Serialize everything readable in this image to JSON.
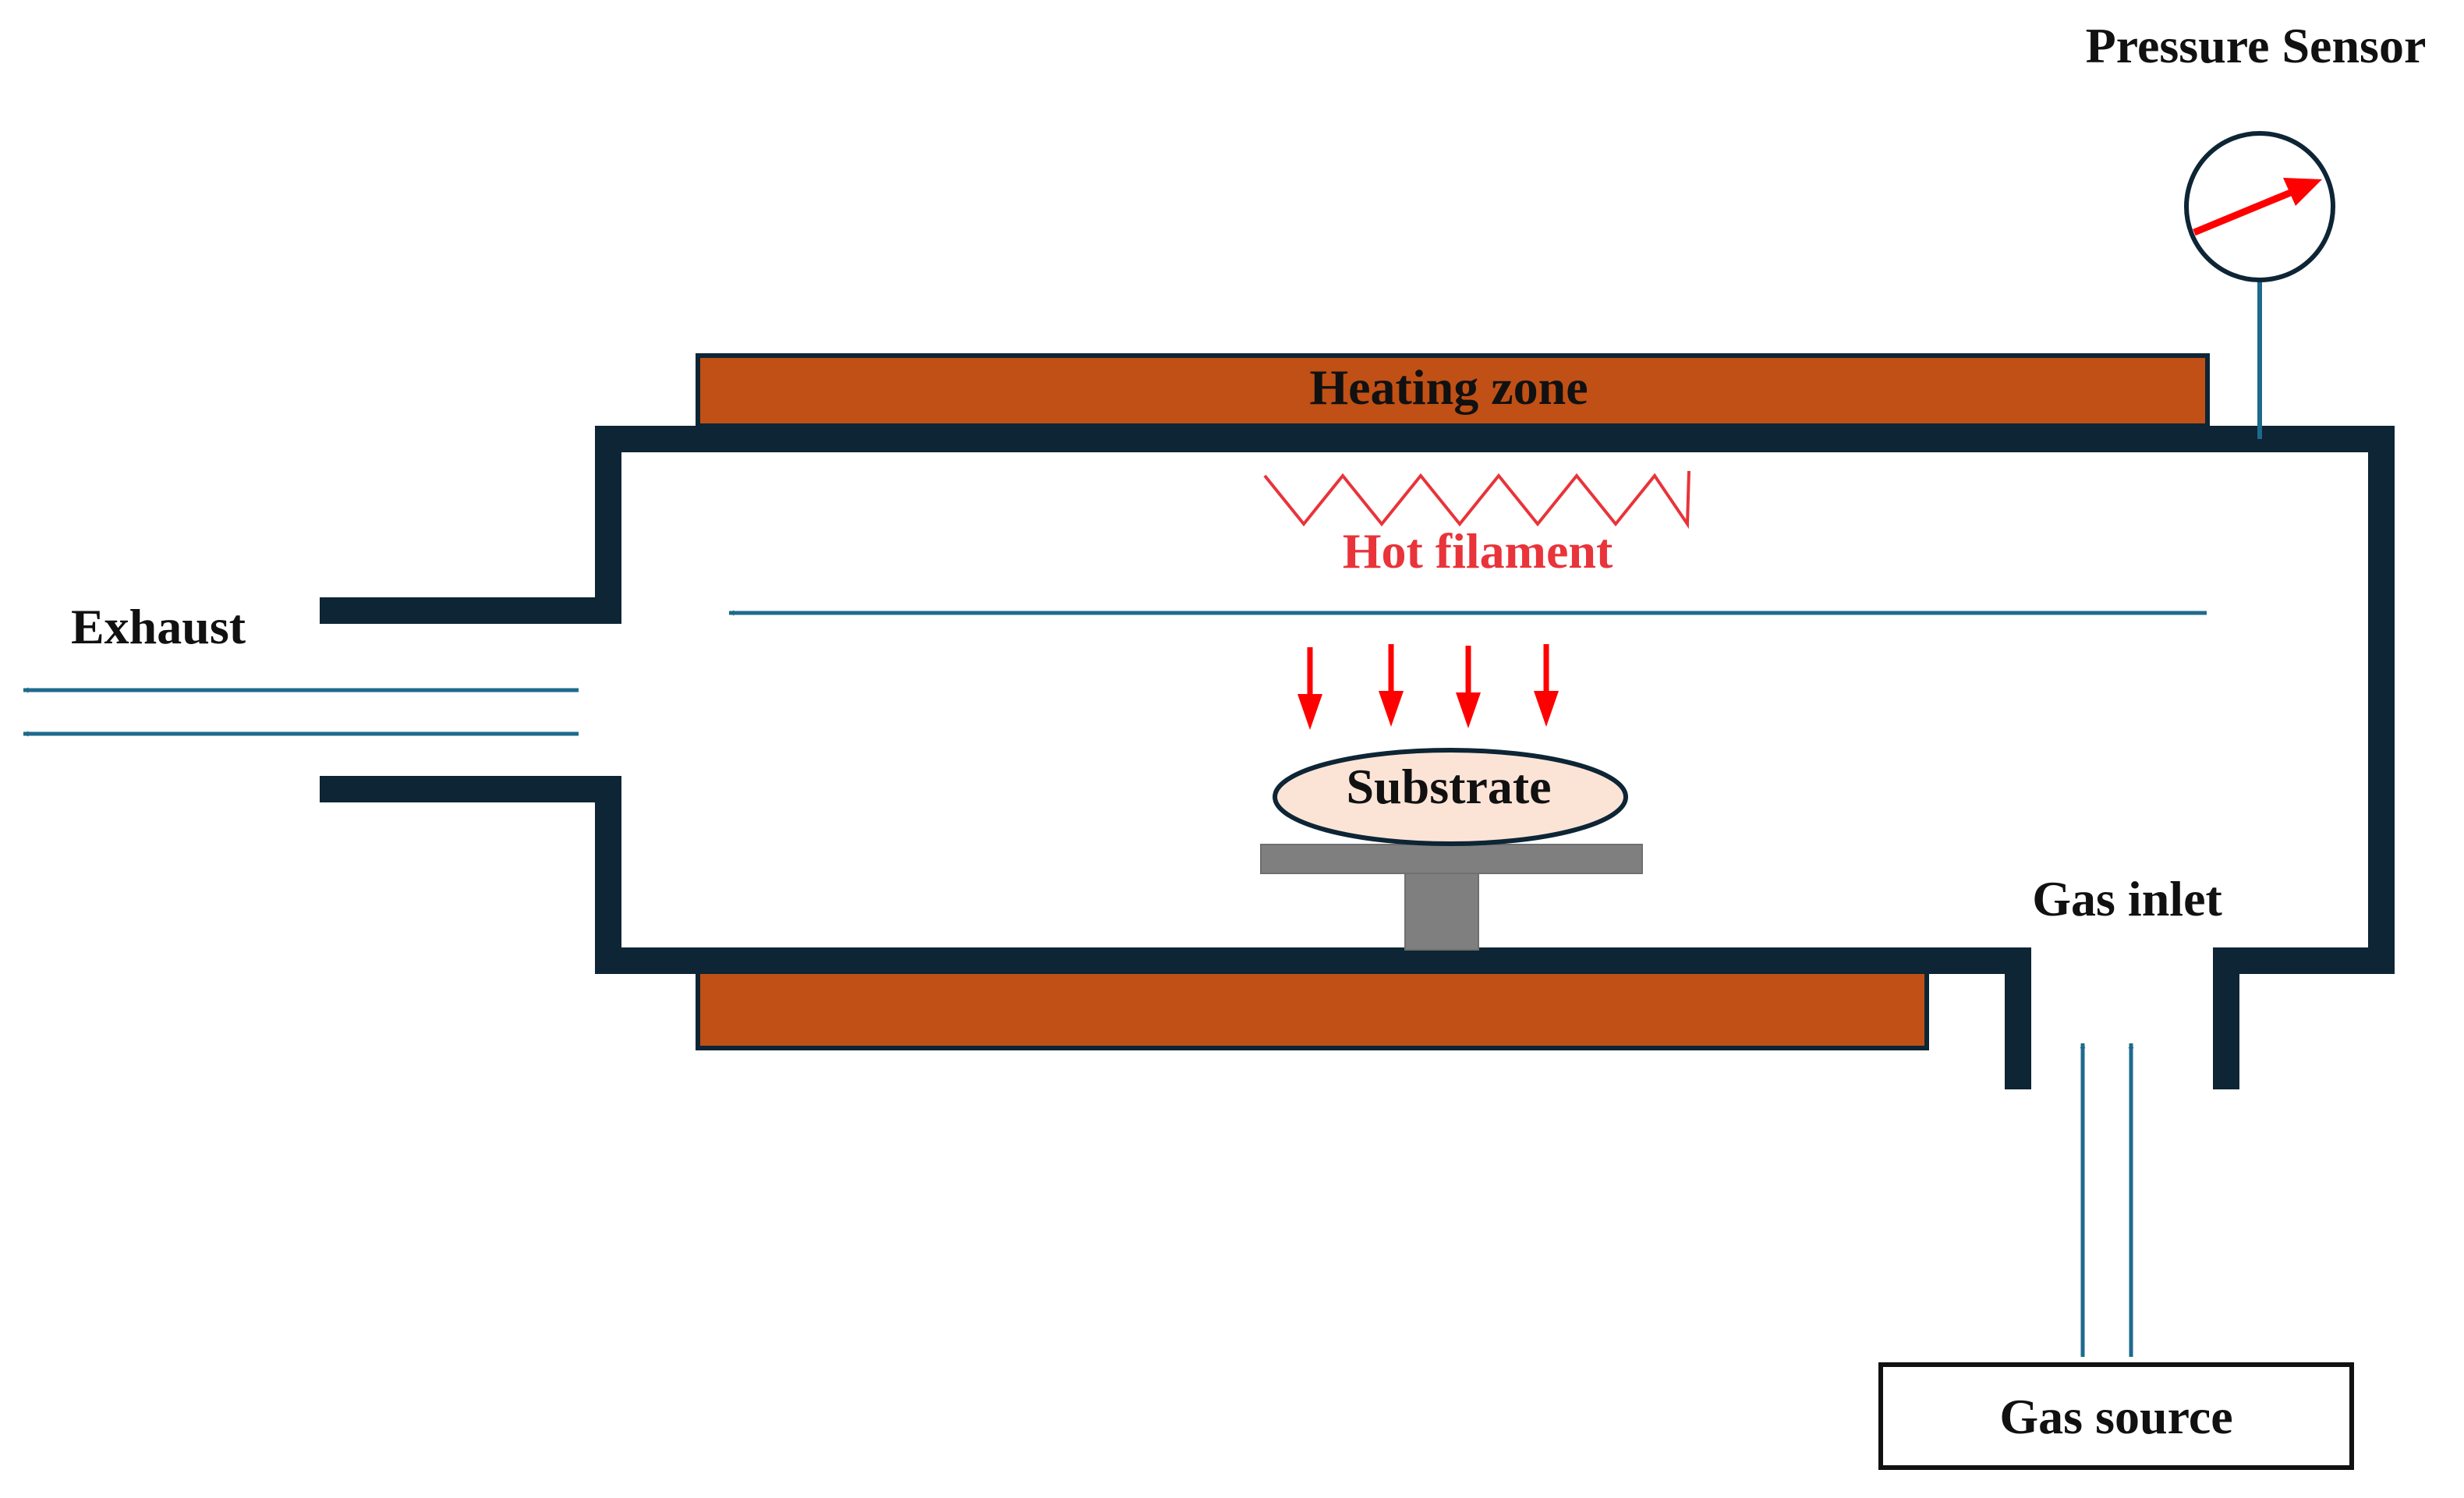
{
  "labels": {
    "pressure_sensor": "Pressure Sensor",
    "heating_zone": "Heating zone",
    "hot_filament": "Hot filament",
    "exhaust": "Exhaust",
    "substrate": "Substrate",
    "gas_inlet": "Gas inlet",
    "gas_source": "Gas source"
  },
  "colors": {
    "chamber_wall": "#0d2535",
    "heater": "#c05016",
    "heater_outline": "#0d2535",
    "filament": "#e8343a",
    "label_red": "#e8343a",
    "flow_arrow": "#1e6a8c",
    "heat_arrow": "#ff0000",
    "substrate_fill": "#fbe4d6",
    "holder": "#7f7f7f",
    "gauge_needle": "#ff0000",
    "text": "#111111"
  },
  "icons": {
    "pressure_gauge": "pressure-gauge-icon",
    "filament": "zigzag-filament-icon"
  }
}
